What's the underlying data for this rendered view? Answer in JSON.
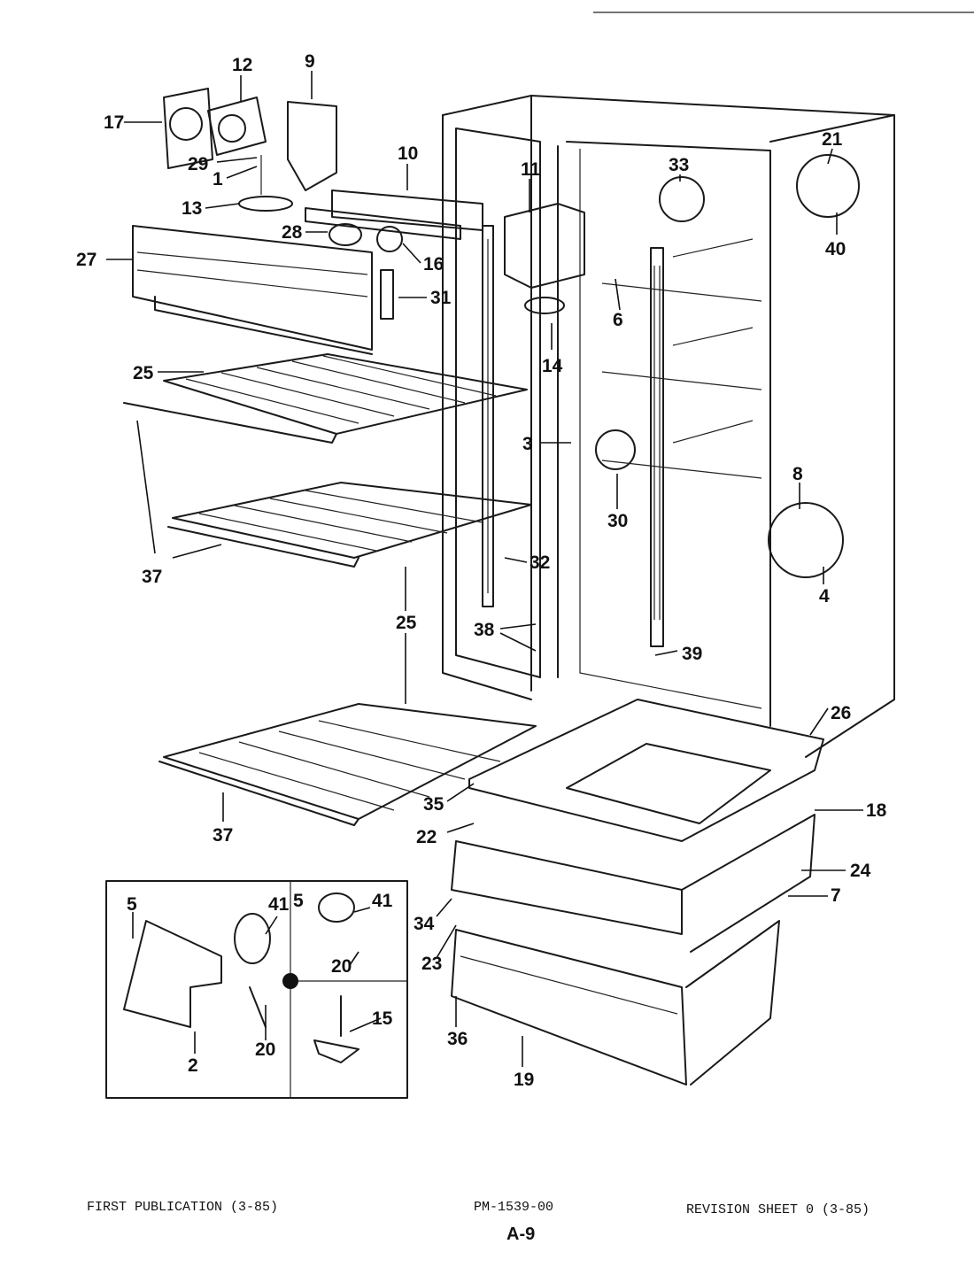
{
  "diagram": {
    "callouts": [
      "1",
      "2",
      "3",
      "4",
      "5",
      "6",
      "7",
      "8",
      "9",
      "10",
      "11",
      "12",
      "13",
      "14",
      "15",
      "16",
      "17",
      "18",
      "19",
      "20",
      "21",
      "22",
      "23",
      "24",
      "25",
      "26",
      "27",
      "28",
      "29",
      "30",
      "31",
      "32",
      "33",
      "34",
      "35",
      "36",
      "37",
      "38",
      "39",
      "40",
      "41"
    ]
  },
  "footer": {
    "left": "FIRST PUBLICATION (3-85)",
    "center": "PM-1539-00",
    "right": "REVISION SHEET 0 (3-85)",
    "page_code": "A-9"
  }
}
